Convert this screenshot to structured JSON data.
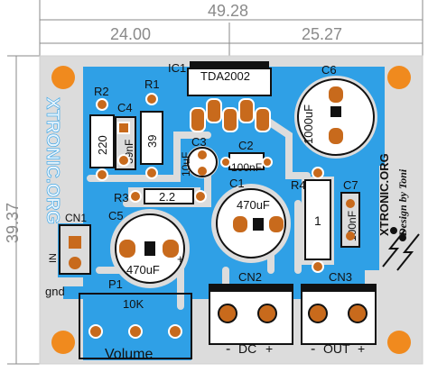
{
  "dimensions": {
    "total_width": "49.28",
    "left_width": "24.00",
    "right_width": "25.27",
    "height": "39.37"
  },
  "components": {
    "ic1": "IC1",
    "ic1_part": "TDA2002",
    "r1": "R1",
    "r1_value": "39",
    "r2": "R2",
    "r2_value": "220",
    "c4": "C4",
    "c4_value": "39nF",
    "c3": "C3",
    "c3_value": "10uF",
    "c2": "C2",
    "c2_value": "100nF",
    "c1": "C1",
    "c1_value": "470uF",
    "c5": "C5",
    "c5_value": "470uF",
    "c6": "C6",
    "c6_value": "1000uF",
    "c7": "C7",
    "c7_value": "100nF",
    "r3": "R3",
    "r3_value": "2.2",
    "r4": "R4",
    "r4_value": "1",
    "p1": "P1",
    "p1_value": "10K",
    "cn1": "CN1",
    "cn2": "CN2",
    "cn3": "CN3",
    "in_label": "IN",
    "gnd_label": "gnd",
    "volume_label": "Volume",
    "dc_label": "DC",
    "out_label": "OUT",
    "minus": "-",
    "plus": "+"
  },
  "branding": {
    "left_logo": "XTRONIC.ORG",
    "right_logo": "XTRONIC.ORG",
    "signature": "Design by Toni"
  },
  "colors": {
    "board": "#dcdcdc",
    "copper": "#2fa0e6",
    "pad": "#c86a1c",
    "mount_hole": "#f08a1e",
    "dimension": "#8a8a8a"
  }
}
